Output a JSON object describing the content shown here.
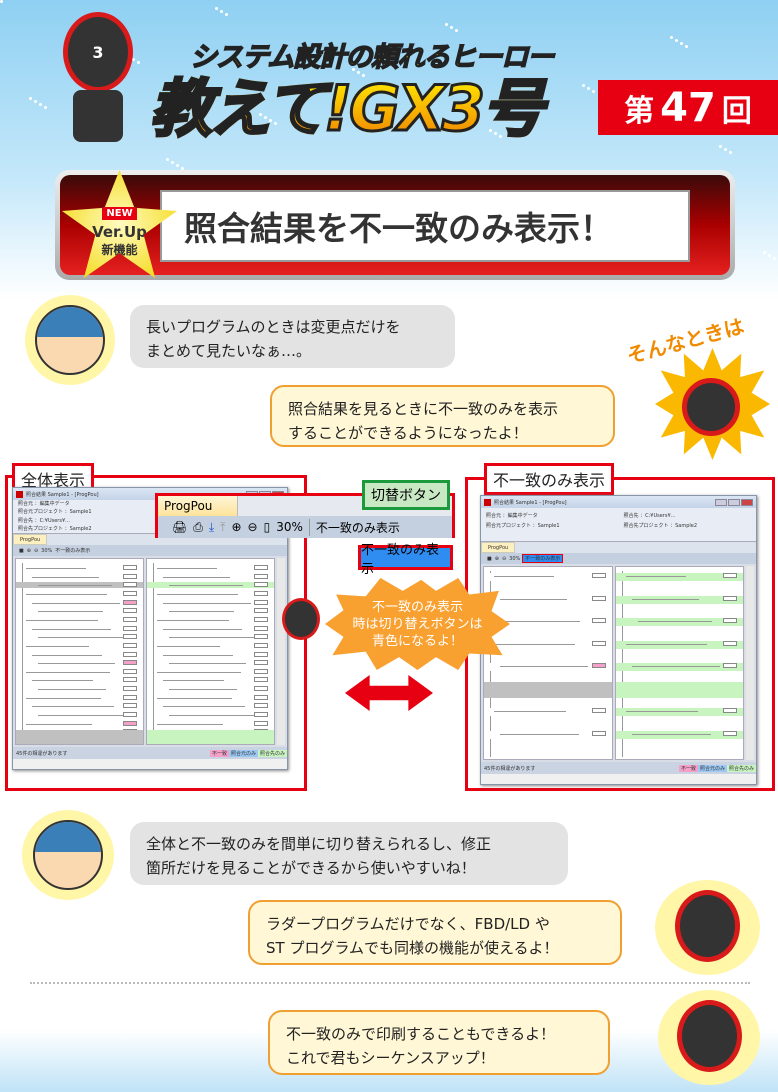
{
  "header": {
    "subtitle": "システム設計の頼れるヒーロー",
    "title": "教えて!GX3号",
    "episode_prefix": "第",
    "episode_number": "47",
    "episode_suffix": "回",
    "mascot_number": "3"
  },
  "banner": {
    "badge_new": "NEW",
    "badge_line1": "Ver.Up",
    "badge_line2": "新機能",
    "headline": "照合結果を不一致のみ表示！"
  },
  "dialog": [
    {
      "speaker": "boy",
      "lines": [
        "長いプログラムのときは変更点だけを",
        "まとめて見たいなぁ…。"
      ]
    },
    {
      "speaker": "hero",
      "lines": [
        "照合結果を見るときに不一致のみを表示",
        "することができるようになったよ！"
      ]
    },
    {
      "speaker": "boy",
      "lines": [
        "全体と不一致のみを間単に切り替えられるし、修正",
        "箇所だけを見ることができるから使いやすいね！"
      ]
    },
    {
      "speaker": "hero",
      "lines": [
        "ラダープログラムだけでなく、FBD/LD や",
        "ST プログラムでも同様の機能が使えるよ！"
      ]
    },
    {
      "speaker": "hero",
      "lines": [
        "不一致のみで印刷することもできるよ！",
        "これで君もシーケンスアップ！"
      ]
    }
  ],
  "sonna": "そんなときは",
  "panels": {
    "left_label": "全体表示",
    "right_label": "不一致のみ表示",
    "switch_label": "切替ボタン",
    "blue_button": "不一致のみ表示",
    "burst_lines": [
      "不一致のみ表示",
      "時は切り替えボタンは",
      "青色になるよ！"
    ]
  },
  "window": {
    "title": "照合結果 Sample1 - [ProgPou]",
    "src_label": "照合元",
    "src_value": "：編集中データ",
    "src_proj_label": "照合元プロジェクト",
    "src_proj_value": "：Sample1",
    "dst_label": "照合先",
    "dst_value": "：C:¥Users¥...",
    "dst_proj_label": "照合先プロジェクト",
    "dst_proj_value": "：Sample2",
    "tab": "ProgPou",
    "zoom": "30%",
    "toggle": "不一致のみ表示",
    "status": "45件の相違があります",
    "legend": [
      {
        "label": "不一致",
        "color": "#f4a0c8"
      },
      {
        "label": "照合元のみ",
        "color": "#9cc8f4"
      },
      {
        "label": "照合先のみ",
        "color": "#c8f4c0"
      }
    ]
  },
  "colors": {
    "accent_red": "#e60012",
    "toggle_blue": "#2f8cf0",
    "burst_orange": "#f8a030",
    "diff_gray": "#c0c0c0",
    "diff_green": "#c8f4c0"
  }
}
